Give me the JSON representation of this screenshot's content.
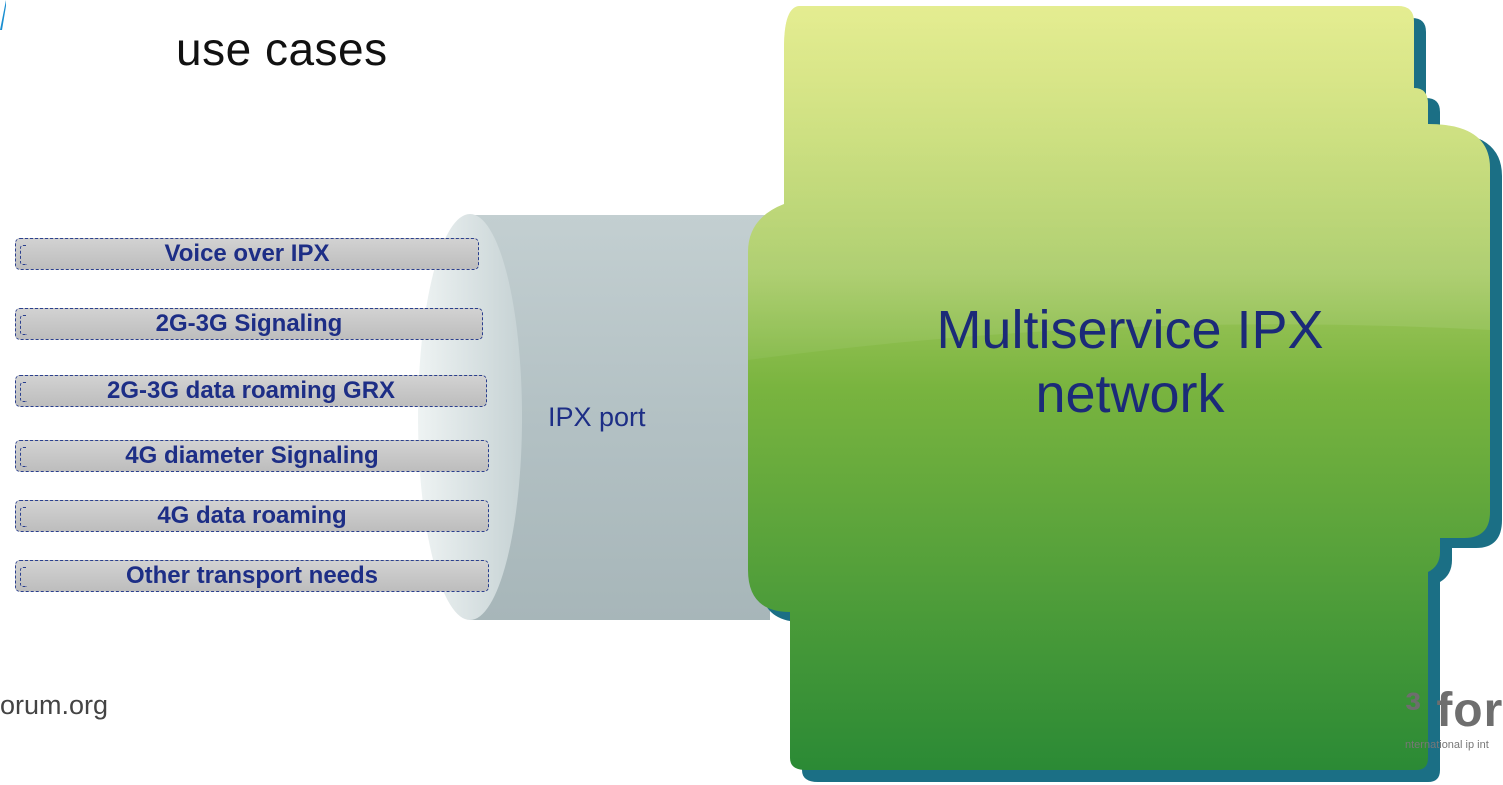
{
  "slide": {
    "heading": "use cases",
    "footer_url": "orum.org"
  },
  "use_cases": [
    "Voice over IPX",
    "2G-3G Signaling",
    "2G-3G data roaming GRX",
    "4G diameter Signaling",
    "4G data roaming",
    "Other transport needs"
  ],
  "port": {
    "label": "IPX port"
  },
  "cloud": {
    "line1": "Multiservice IPX",
    "line2": "network"
  },
  "logo": {
    "mark": "³ for",
    "tagline": "nternational ip int"
  },
  "colors": {
    "accent": "#1a8fd1",
    "text_navy": "#1d2e86",
    "pipe": "#b3c1c4",
    "cloud_top": "#d6e356",
    "cloud_bottom": "#2b8a35",
    "cloud_shadow": "#1b6f85"
  }
}
